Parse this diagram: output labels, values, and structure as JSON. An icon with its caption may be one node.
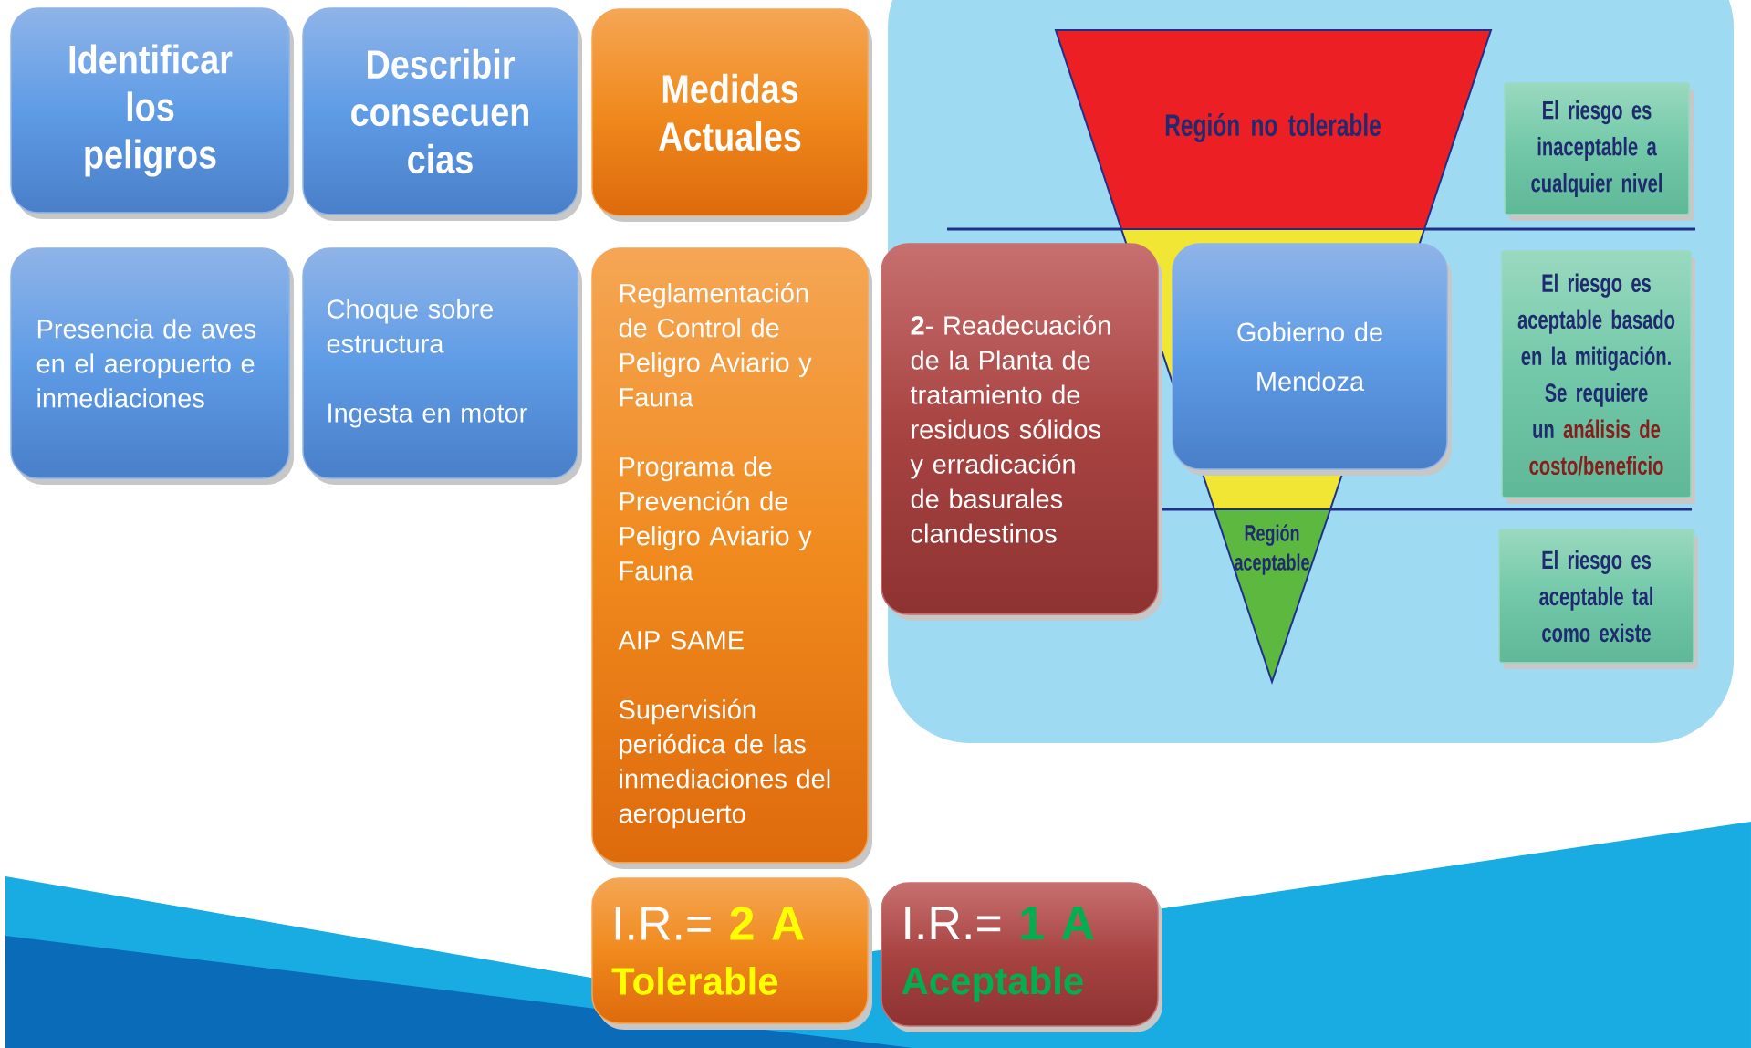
{
  "diagram": {
    "nodes": [
      {
        "text": [
          "Identificar los peligros"
        ]
      },
      {
        "text": [
          "Describir consecuen cias"
        ]
      },
      {
        "text": [
          "Medidas Actuales"
        ]
      },
      {
        "text": [
          "Región no tolerable"
        ]
      },
      {
        "text": [],
        "shape": "trapezoid"
      },
      {
        "text": [
          "El riesgo es inaceptable a cualquier nivel"
        ]
      },
      {
        "text": [
          "Presencia de aves en el aeropuerto e inmediaciones"
        ]
      },
      {
        "text": [
          "Choque sobre estructura",
          "Ingesta en motor"
        ]
      },
      {
        "text": [
          "Reglamentación de Control de Peligro Aviario y Fauna",
          "Programa de Prevención de Peligro Aviario y Fauna",
          "AIP SAME",
          "Supervisión periódica de las inmediaciones del aeropuerto"
        ]
      },
      {
        "text": [
          "**2**- Readecuación de la Planta de tratamiento de residuos sólidos y erradicación de basurales clandestinos"
        ]
      },
      {
        "text": [
          "Gobierno de Mendoza"
        ]
      },
      {
        "text": [
          "El riesgo es aceptable basado en la mitigación. Se requiere un",
          "análisis de costo/beneficio"
        ]
      },
      {
        "text": [
          "Región aceptable"
        ]
      },
      {
        "text": [
          "El riesgo es aceptable tal como existe"
        ]
      },
      {
        "text": [
          "I.R.=",
          "2 A",
          "Tolerable"
        ]
      },
      {
        "text": [
          "I.R.=",
          "1 A",
          "Aceptable"
        ]
      }
    ]
  }
}
